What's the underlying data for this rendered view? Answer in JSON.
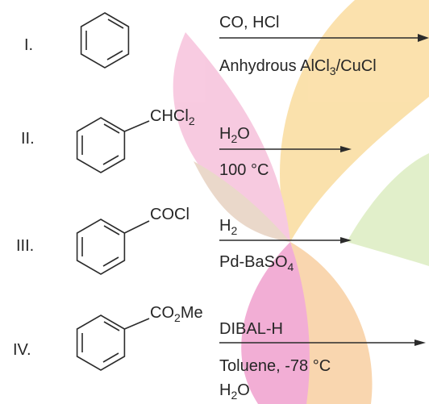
{
  "colors": {
    "ink": "#262626",
    "petal_orange": "#f7c96a",
    "petal_pink": "#f2a0c8",
    "petal_magenta": "#e86cb4",
    "petal_green": "#c9e3a0"
  },
  "reactions": [
    {
      "label": "I.",
      "substituent": "",
      "condition_top": "CO, HCl",
      "condition_bottom": "Anhydrous AlCl3/CuCl",
      "condition_extra": ""
    },
    {
      "label": "II.",
      "substituent": "CHCl2",
      "condition_top": "H2O",
      "condition_bottom": "100 °C",
      "condition_extra": ""
    },
    {
      "label": "III.",
      "substituent": "COCl",
      "condition_top": "H2",
      "condition_bottom": "Pd-BaSO4",
      "condition_extra": ""
    },
    {
      "label": "IV.",
      "substituent": "CO2Me",
      "condition_top": "DIBAL-H",
      "condition_bottom": "Toluene, -78 °C",
      "condition_extra": "H2O"
    }
  ]
}
